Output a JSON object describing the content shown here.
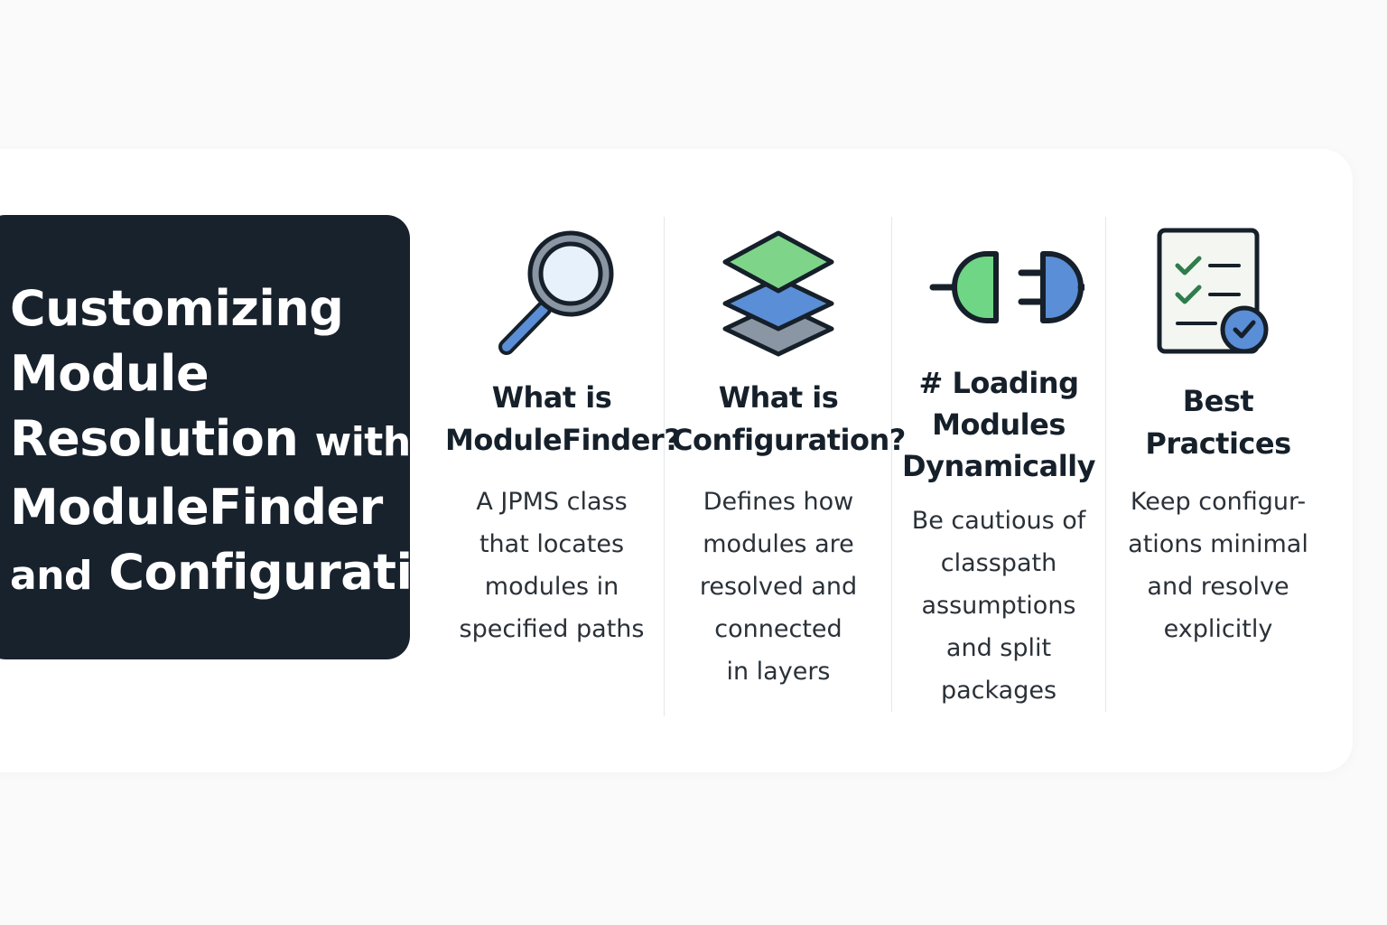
{
  "title": {
    "line1": "Customizing",
    "line2": "Module",
    "line3_main": "Resolution",
    "line3_small": "with",
    "line4": "ModuleFinder",
    "line5_small": "and",
    "line5_main": "Configuration"
  },
  "columns": [
    {
      "icon": "magnifier-icon",
      "heading_lines": [
        "What is",
        "ModuleFinder?"
      ],
      "body_lines": [
        "A JPMS class",
        "that locates",
        "modules in",
        "specified paths"
      ]
    },
    {
      "icon": "layers-icon",
      "heading_lines": [
        "What is",
        "Configuration?"
      ],
      "body_lines": [
        "Defines how",
        "modules are",
        "resolved and",
        "connected",
        "in layers"
      ]
    },
    {
      "icon": "plug-connector-icon",
      "heading_lines": [
        "# Loading",
        "Modules",
        "Dynamically"
      ],
      "body_lines": [
        "Be cautious of",
        "classpath",
        "assumptions",
        "and split",
        "packages"
      ]
    },
    {
      "icon": "checklist-icon",
      "heading_lines": [
        "Best",
        "Practices"
      ],
      "body_lines": [
        "Keep configur-",
        "ations minimal",
        "and resolve",
        "explicitly"
      ]
    }
  ],
  "colors": {
    "panel": "#18222d",
    "green": "#7ed589",
    "blue": "#5a8ed6",
    "gray": "#8a96a3",
    "outline": "#16202a"
  }
}
